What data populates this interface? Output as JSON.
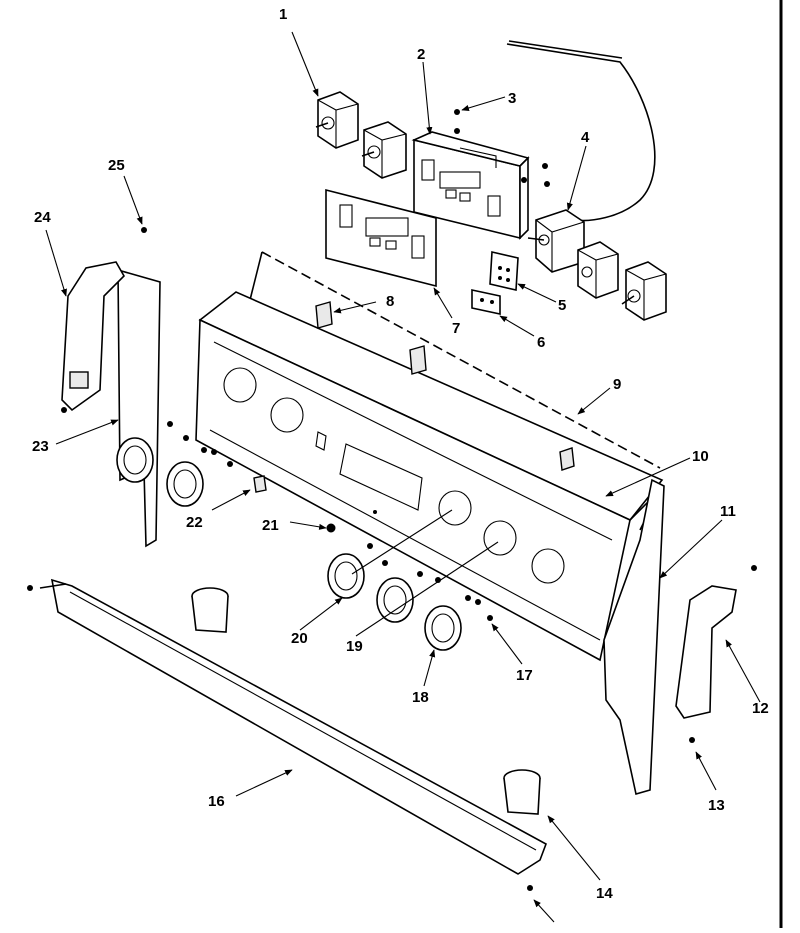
{
  "diagram": {
    "type": "exploded-parts-view",
    "callouts": [
      "1",
      "2",
      "3",
      "4",
      "5",
      "6",
      "7",
      "8",
      "9",
      "10",
      "11",
      "12",
      "13",
      "14",
      "16",
      "17",
      "18",
      "19",
      "20",
      "21",
      "22",
      "23",
      "24",
      "25"
    ]
  },
  "colors": {
    "line": "#000000",
    "background": "#ffffff"
  }
}
